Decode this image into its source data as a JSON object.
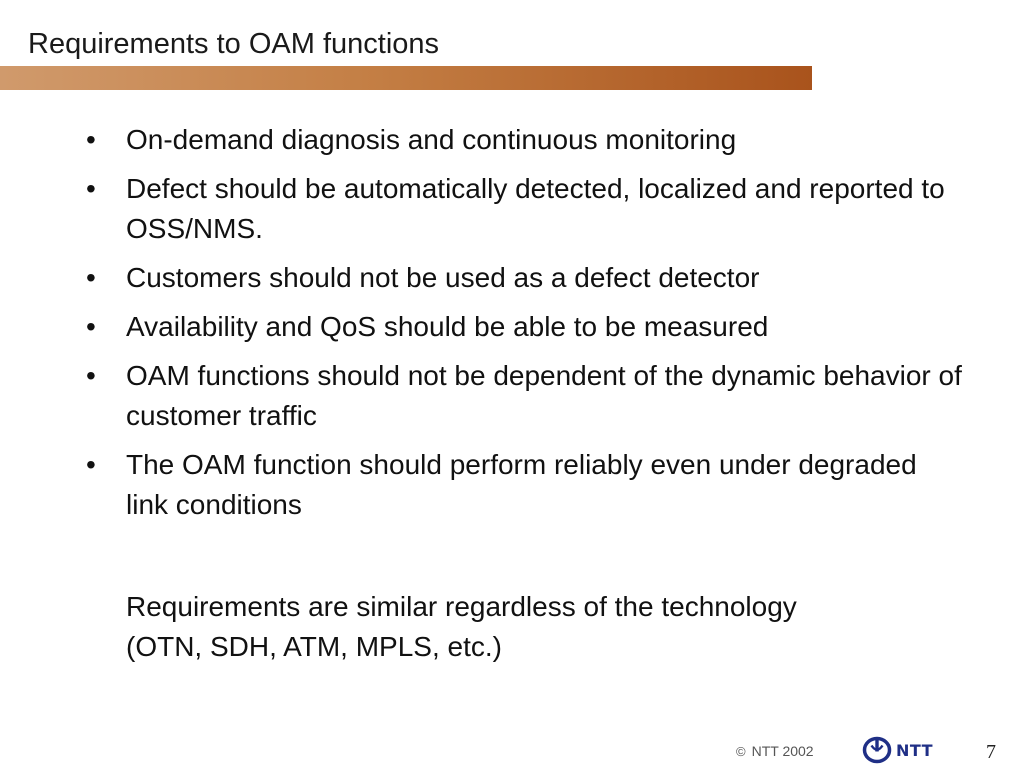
{
  "slide": {
    "title": "Requirements to OAM functions",
    "accent_colors": [
      "#d09a6c",
      "#a9531c"
    ],
    "bullets": [
      {
        "marker": "•",
        "text": "On-demand diagnosis and continuous monitoring"
      },
      {
        "marker": "•",
        "text": "Defect should be automatically detected, localized and reported to OSS/NMS."
      },
      {
        "marker": "•",
        "text": "Customers should not be used as a defect detector"
      },
      {
        "marker": "•",
        "text": "Availability and QoS should be able to be measured"
      },
      {
        "marker": "•",
        "text": "OAM functions should not be dependent of the dynamic behavior of customer traffic"
      },
      {
        "marker": "•",
        "text": "The OAM function should perform reliably even under degraded link conditions"
      }
    ],
    "note": "Requirements are similar regardless of the technology (OTN, SDH, ATM, MPLS, etc.)"
  },
  "footer": {
    "copyright_symbol": "©",
    "copyright_text": "NTT 2002",
    "logo_icon": "ntt-logo-icon",
    "logo_text": "NTT",
    "logo_color": "#1f2f86",
    "page_number": "7"
  }
}
